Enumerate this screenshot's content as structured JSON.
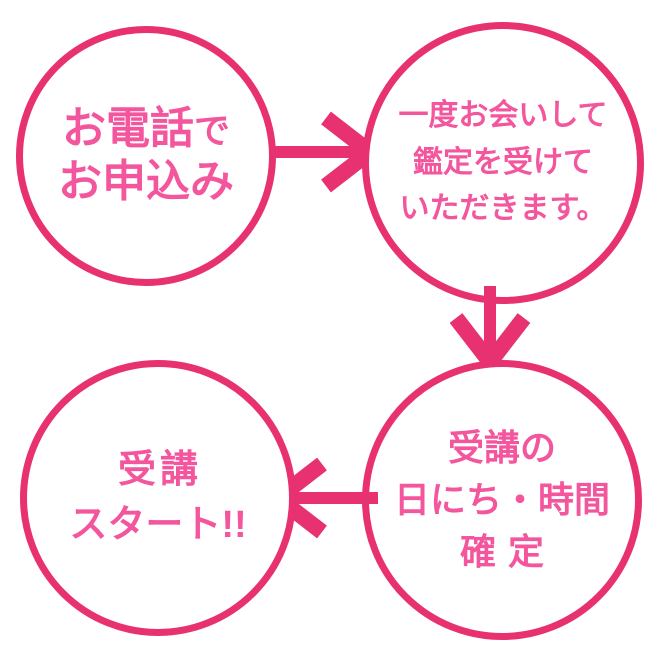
{
  "colors": {
    "background": "#ffffff",
    "outline": "#e73170",
    "text": "#f3569d"
  },
  "diagram": {
    "type": "flow",
    "step_count": 4
  },
  "steps": {
    "step1": {
      "line1_main": "お電話",
      "line1_suffix": "で",
      "line2": "お申込み"
    },
    "step2": {
      "line1": "一度お会いして",
      "line2": "鑑定を受けて",
      "line3": "いただきます。"
    },
    "step3": {
      "line1": "受講の",
      "line2": "日にち・時間",
      "line3": "確定"
    },
    "step4": {
      "line1": "受講",
      "line2": "スタート!!"
    }
  },
  "icons": {
    "arrow_step1_to_step2": "right-arrow-icon",
    "arrow_step2_to_step3": "down-arrow-icon",
    "arrow_step3_to_step4": "left-arrow-icon"
  }
}
